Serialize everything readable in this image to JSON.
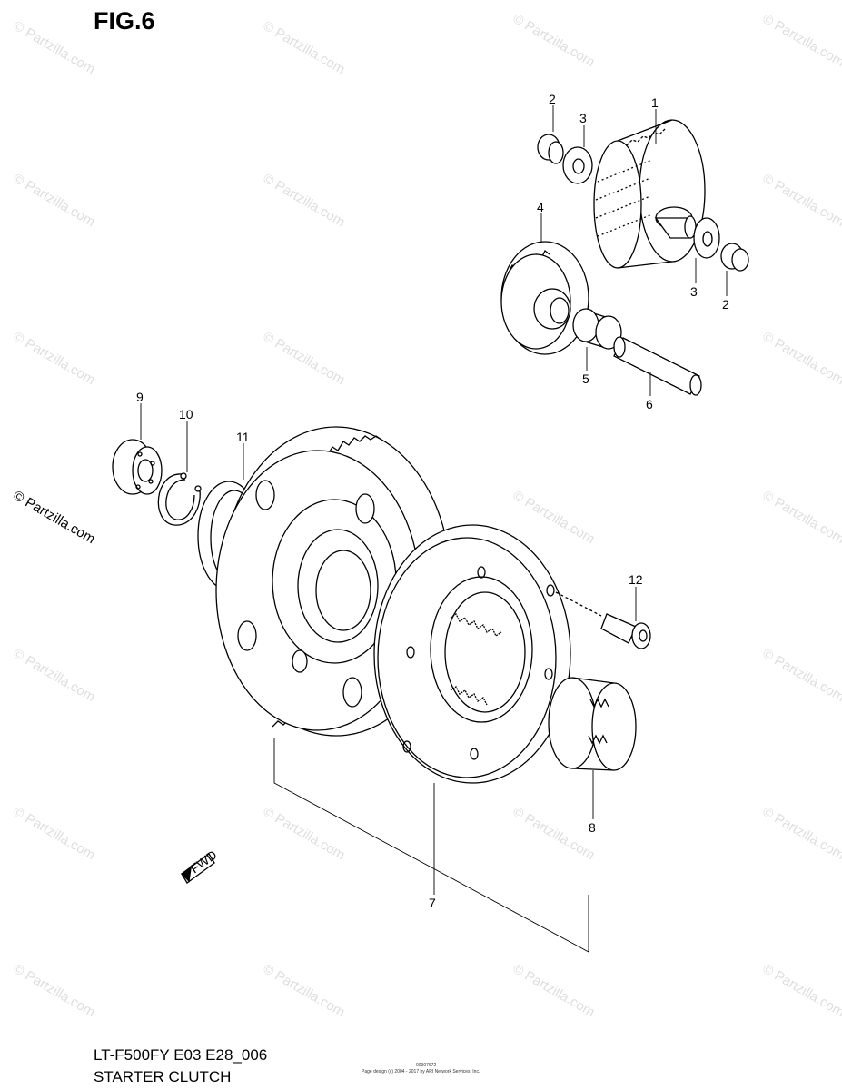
{
  "header": {
    "figure_title": "FIG.6"
  },
  "footer": {
    "model_code": "LT-F500FY E03 E28_006",
    "diagram_name": "STARTER CLUTCH",
    "credit_small": "Page design (c) 2004 - 2017 by ARI Network Services, Inc.",
    "credit_id": "00907672"
  },
  "watermark": {
    "text": "© Partzilla.com"
  },
  "callouts": {
    "c1": "1",
    "c2a": "2",
    "c2b": "2",
    "c3a": "3",
    "c3b": "3",
    "c4": "4",
    "c5": "5",
    "c6": "6",
    "c7": "7",
    "c8": "8",
    "c9": "9",
    "c10": "10",
    "c11": "11",
    "c12": "12"
  },
  "direction_arrow": {
    "label": "FWD"
  }
}
